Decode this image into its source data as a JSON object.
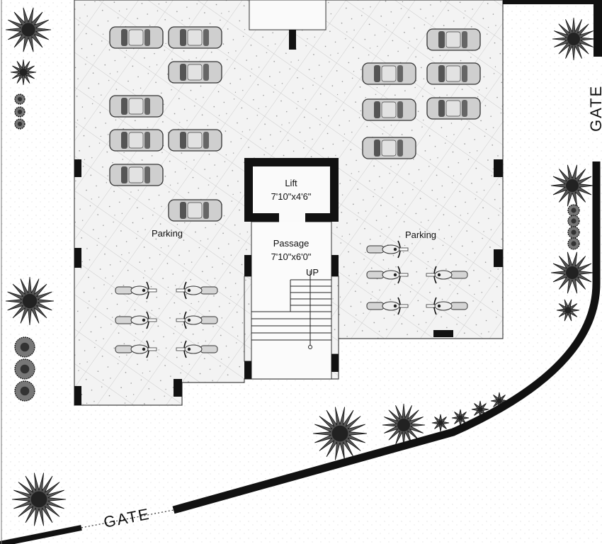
{
  "plan": {
    "lift": {
      "name": "Lift",
      "size": "7'10\"x4'6\""
    },
    "passage": {
      "name": "Passage",
      "size": "7'10\"x6'0\""
    },
    "stair_label": "UP",
    "parking_left": "Parking",
    "parking_right": "Parking",
    "gate_right": "GATE",
    "gate_bottom": "GATE"
  },
  "colors": {
    "ink": "#111111",
    "paving": "#d9d9d9",
    "background": "#ffffff"
  }
}
